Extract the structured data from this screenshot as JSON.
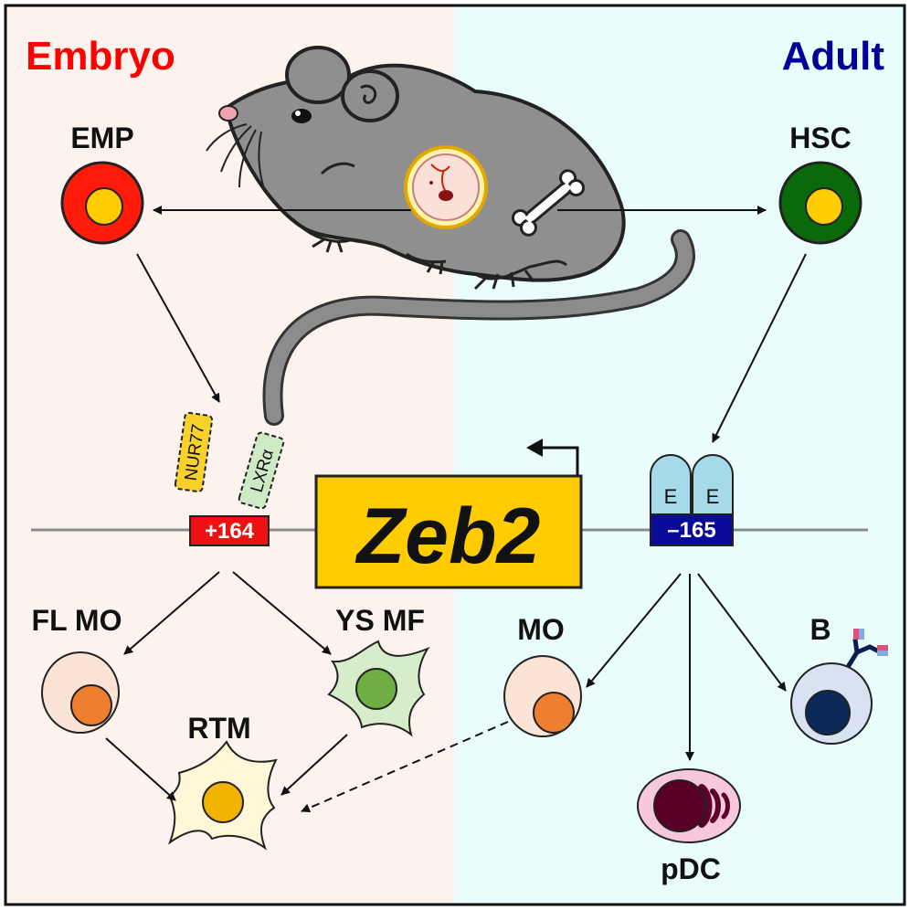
{
  "titles": {
    "left": "Embryo",
    "right": "Adult"
  },
  "colors": {
    "left_bg": "#fdf3ee",
    "right_bg": "#eafdfd",
    "embryo_red": "#ff0000",
    "adult_blue": "#000099",
    "gene_yellow": "#ffcc00",
    "enhancer_left": "#ee1111",
    "enhancer_right": "#0b0b99"
  },
  "gene": {
    "name": "Zeb2"
  },
  "enhancers": {
    "left": "+164",
    "right": "–165"
  },
  "factors": {
    "nur77": "NUR77",
    "lxr": "LXRα",
    "e_box": "E"
  },
  "progenitors": {
    "emp": "EMP",
    "hsc": "HSC"
  },
  "cells": {
    "fl_mo": "FL MO",
    "ys_mf": "YS MF",
    "rtm": "RTM",
    "mo": "MO",
    "b": "B",
    "pdc": "pDC"
  }
}
